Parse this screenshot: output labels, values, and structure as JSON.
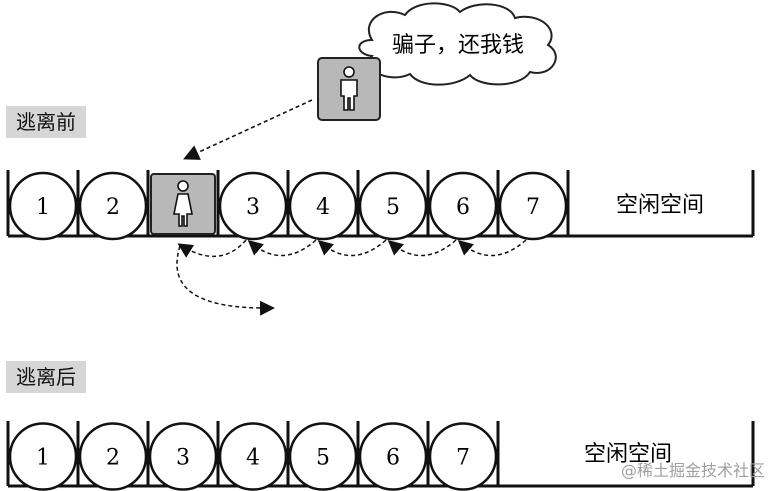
{
  "labels": {
    "before": "逃离前",
    "after": "逃离后"
  },
  "speech": "骗子，还我钱",
  "queue_before": {
    "cells": [
      "1",
      "2",
      "person-female",
      "3",
      "4",
      "5",
      "6",
      "7"
    ],
    "free_space": "空闲空间"
  },
  "queue_after": {
    "cells": [
      "1",
      "2",
      "3",
      "4",
      "5",
      "6",
      "7"
    ],
    "free_space": "空闲空间"
  },
  "icons": {
    "outside_person": "person-male-icon",
    "queue_person": "person-female-icon"
  },
  "watermark": "@稀土掘金技术社区"
}
